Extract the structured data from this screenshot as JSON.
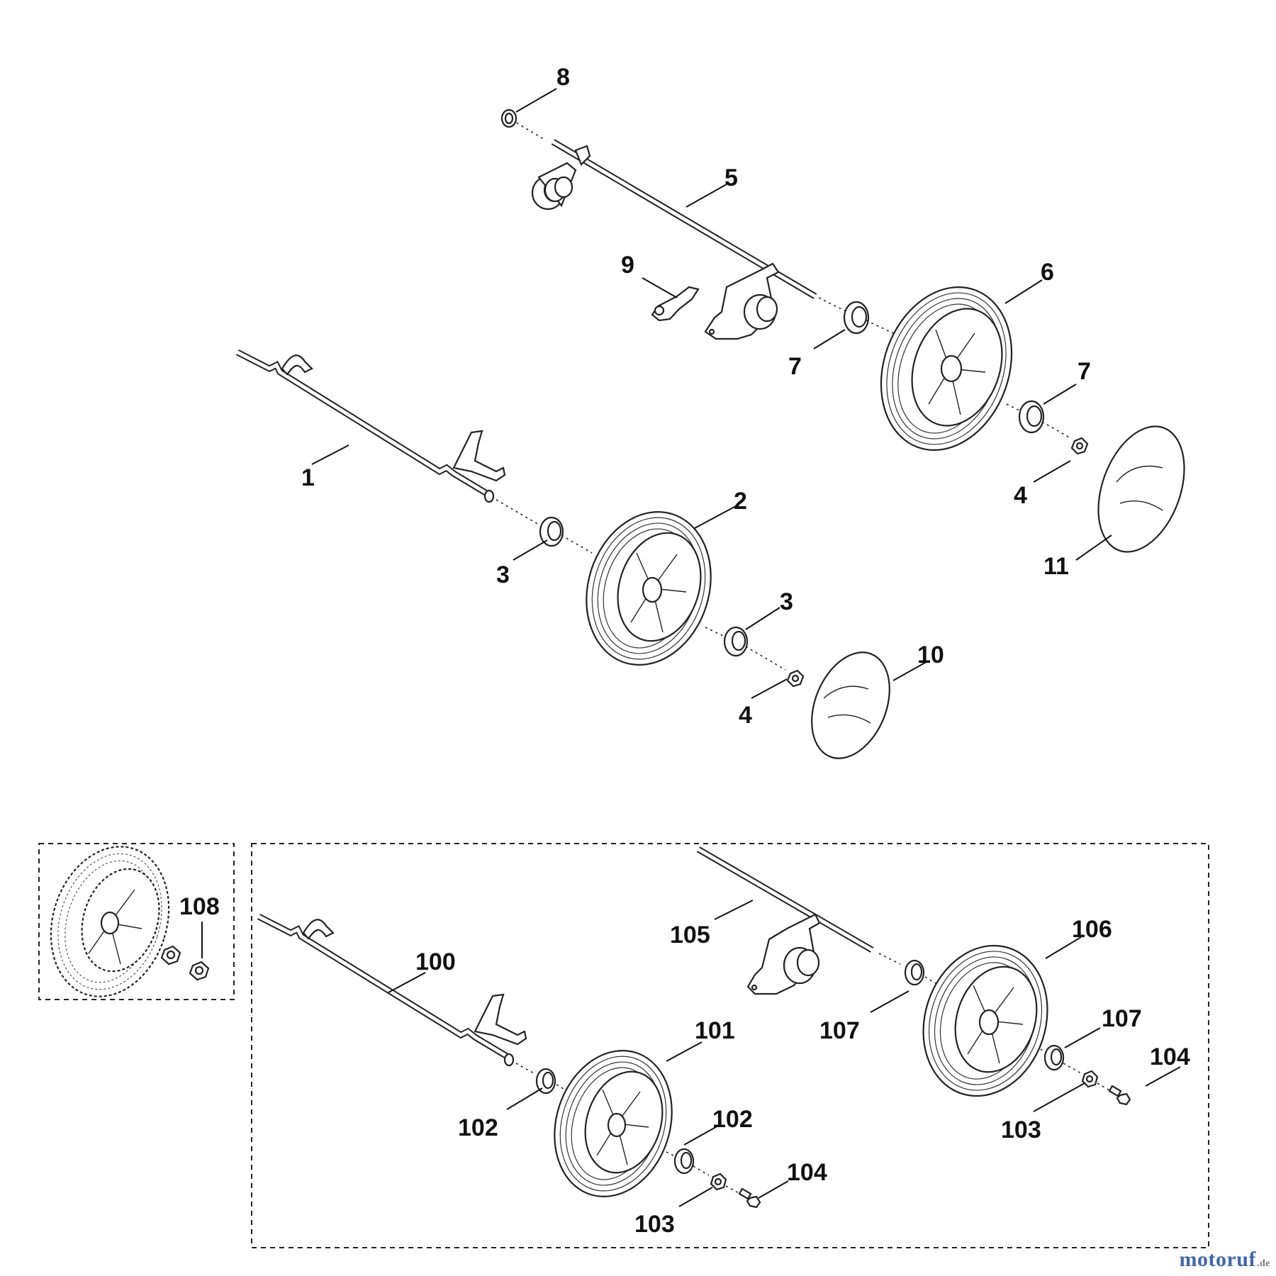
{
  "callouts": {
    "c1": "1",
    "c2": "2",
    "c3a": "3",
    "c3b": "3",
    "c4a": "4",
    "c4b": "4",
    "c5": "5",
    "c6": "6",
    "c7a": "7",
    "c7b": "7",
    "c8": "8",
    "c9": "9",
    "c10": "10",
    "c11": "11",
    "c100": "100",
    "c101": "101",
    "c102a": "102",
    "c102b": "102",
    "c103a": "103",
    "c103b": "103",
    "c104a": "104",
    "c104b": "104",
    "c105": "105",
    "c106": "106",
    "c107a": "107",
    "c107b": "107",
    "c108": "108"
  },
  "watermark": {
    "name": "motoruf",
    "tld": ".de"
  },
  "colors": {
    "line": "#222222",
    "brand": "#3f68a8"
  }
}
